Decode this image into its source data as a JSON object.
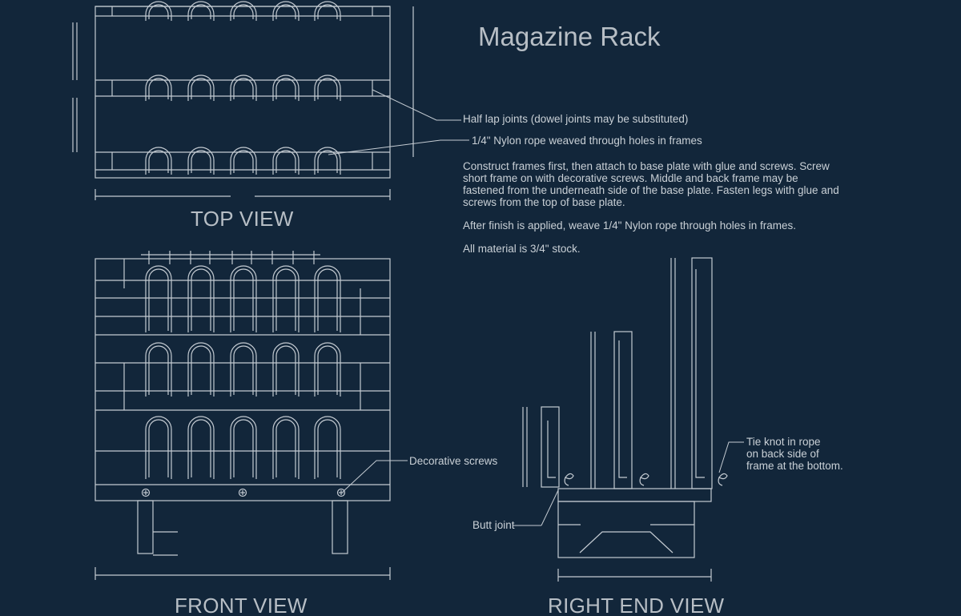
{
  "title": "Magazine Rack",
  "views": {
    "top": "TOP VIEW",
    "front": "FRONT VIEW",
    "right_end": "RIGHT END VIEW"
  },
  "callouts": {
    "half_lap": "Half lap joints (dowel joints may be substituted)",
    "rope": "1/4\" Nylon rope weaved through holes in frames",
    "decorative_screws": "Decorative screws",
    "butt_joint": "Butt joint",
    "tie_knot_line1": "Tie knot in rope",
    "tie_knot_line2": "on back side of",
    "tie_knot_line3": "frame at the bottom."
  },
  "notes": {
    "construction": "Construct frames first, then attach to base plate with glue and screws. Screw short frame on with decorative screws. Middle and back frame may be fastened from the underneath side of the base plate. Fasten legs with glue and screws from the top of base plate.",
    "finish": "After finish is applied, weave 1/4\" Nylon rope through holes in frames.",
    "material": "All material is 3/4\" stock."
  },
  "colors": {
    "background": "#12263a",
    "line": "#c4cbd2",
    "text": "#c9d0d6"
  }
}
